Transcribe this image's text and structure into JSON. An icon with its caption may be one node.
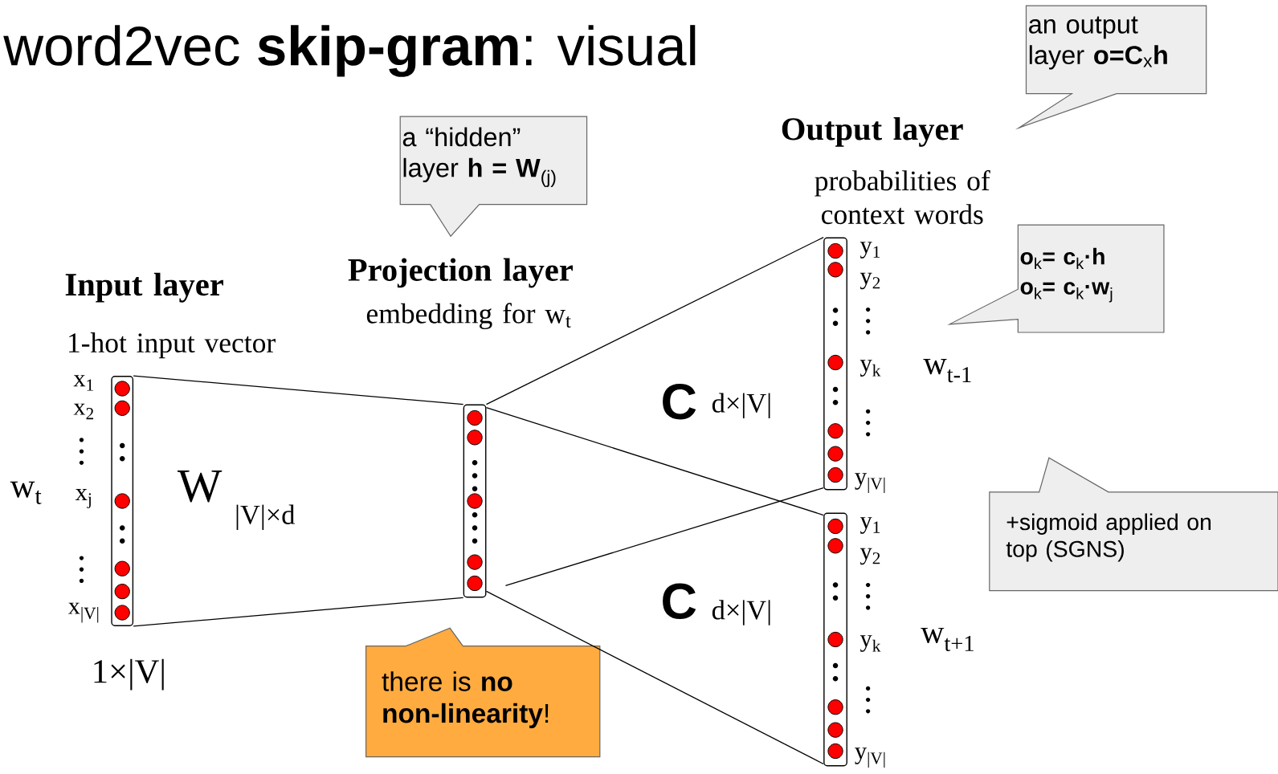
{
  "diagram": {
    "title": "word2vec **skip-gram**: visual",
    "nodes": [
      {
        "text": [
          "Input layer",
          "1-hot input vector"
        ],
        "beside": [
          "x$_{1}$",
          "x$_{2}$",
          "x$_{j}$",
          "x$_{|V|}$",
          "1×|V|",
          "w$_{t}$"
        ]
      },
      {
        "text": [
          "Projection layer",
          "embedding for w$_{t}$"
        ]
      },
      {
        "text": [
          "Output layer",
          "probabilities of context words"
        ],
        "beside": [
          "y$_{1}$",
          "y$_{2}$",
          "y$_{k}$",
          "y$_{|V|}$",
          "w$_{t-1}$"
        ]
      },
      {
        "text": [],
        "shape": "bar",
        "beside": [
          "y$_{1}$",
          "y$_{2}$",
          "y$_{k}$",
          "y$_{|V|}$",
          "w$_{t+1}$"
        ]
      },
      {
        "text": [
          "a “hidden” layer **h = W**$_{(j)}$"
        ]
      },
      {
        "text": [
          "an output layer **o=C**$_{x}$**h**"
        ]
      },
      {
        "text": [
          "**o**$_{k}$**= c**$_{k}$**·h**",
          "**o**$_{k}$**= c**$_{k}$**·w**$_{j}$"
        ]
      },
      {
        "text": [
          "+sigmoid applied on top (SGNS)"
        ]
      },
      {
        "text": [
          "there is **no non-linearity**!"
        ]
      }
    ],
    "edges": [
      {
        "from": 0,
        "to": 1,
        "arrow": "none"
      },
      {
        "from": 0,
        "to": 1,
        "arrow": "none"
      },
      {
        "from": 1,
        "to": 2,
        "arrow": "none"
      },
      {
        "from": 1,
        "to": 2,
        "arrow": "none"
      },
      {
        "from": 1,
        "to": 3,
        "arrow": "none"
      },
      {
        "from": 1,
        "to": 3,
        "arrow": "none"
      }
    ],
    "labels": [
      "W",
      "|V|×d",
      "C",
      "d×|V|",
      "C",
      "d×|V|"
    ]
  }
}
